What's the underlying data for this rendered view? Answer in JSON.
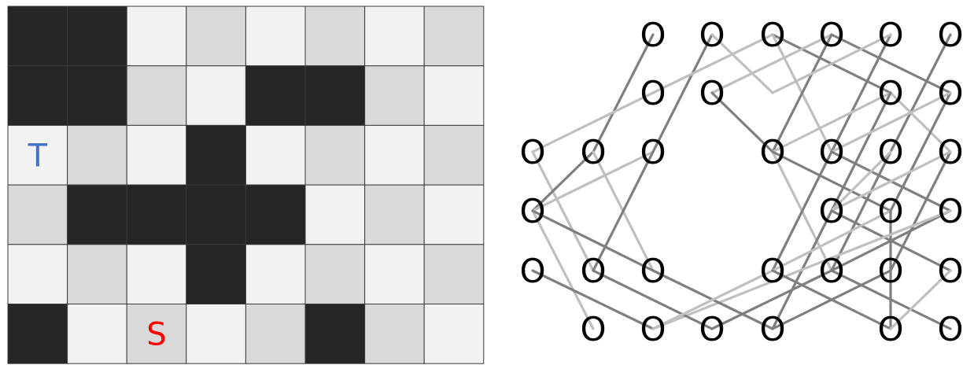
{
  "grid": {
    "colors": {
      "dark": "#262626",
      "light": "#f2f2f2",
      "mid": "#d9d9d9",
      "border": "#3a3a3a"
    },
    "cells": [
      [
        "dark",
        "dark",
        "light",
        "mid",
        "light",
        "mid",
        "light",
        "mid"
      ],
      [
        "dark",
        "dark",
        "mid",
        "light",
        "dark",
        "dark",
        "mid",
        "light"
      ],
      [
        "light",
        "mid",
        "light",
        "dark",
        "light",
        "mid",
        "light",
        "mid"
      ],
      [
        "mid",
        "dark",
        "dark",
        "dark",
        "dark",
        "light",
        "mid",
        "light"
      ],
      [
        "light",
        "mid",
        "light",
        "dark",
        "light",
        "mid",
        "light",
        "mid"
      ],
      [
        "dark",
        "light",
        "mid",
        "light",
        "mid",
        "dark",
        "mid",
        "light"
      ]
    ],
    "markers": [
      {
        "row": 2,
        "col": 0,
        "text": "T",
        "color": "#4472c4"
      },
      {
        "row": 5,
        "col": 2,
        "text": "S",
        "color": "#ff0000"
      }
    ]
  },
  "graph": {
    "node_label": "O",
    "edge_colors": {
      "dark": "#7f7f7f",
      "light": "#bfbfbf"
    },
    "nodes": [
      [
        0,
        2
      ],
      [
        0,
        3
      ],
      [
        0,
        4
      ],
      [
        0,
        5
      ],
      [
        0,
        6
      ],
      [
        0,
        7
      ],
      [
        1,
        2
      ],
      [
        1,
        3
      ],
      [
        1,
        6
      ],
      [
        1,
        7
      ],
      [
        2,
        0
      ],
      [
        2,
        1
      ],
      [
        2,
        2
      ],
      [
        2,
        4
      ],
      [
        2,
        5
      ],
      [
        2,
        6
      ],
      [
        2,
        7
      ],
      [
        3,
        0
      ],
      [
        3,
        5
      ],
      [
        3,
        6
      ],
      [
        3,
        7
      ],
      [
        4,
        0
      ],
      [
        4,
        1
      ],
      [
        4,
        2
      ],
      [
        4,
        4
      ],
      [
        4,
        5
      ],
      [
        4,
        6
      ],
      [
        4,
        7
      ],
      [
        5,
        1
      ],
      [
        5,
        2
      ],
      [
        5,
        3
      ],
      [
        5,
        4
      ],
      [
        5,
        6
      ],
      [
        5,
        7
      ]
    ],
    "edges": [
      {
        "from": [
          0,
          2
        ],
        "to": [
          2,
          1
        ],
        "shade": "dark"
      },
      {
        "from": [
          0,
          3
        ],
        "to": [
          2,
          2
        ],
        "shade": "dark"
      },
      {
        "from": [
          0,
          3
        ],
        "to": [
          1,
          4
        ],
        "shade": "light"
      },
      {
        "from": [
          0,
          4
        ],
        "to": [
          1,
          2
        ],
        "shade": "light"
      },
      {
        "from": [
          0,
          4
        ],
        "to": [
          1,
          6
        ],
        "shade": "dark"
      },
      {
        "from": [
          0,
          4
        ],
        "to": [
          2,
          5
        ],
        "shade": "light"
      },
      {
        "from": [
          0,
          5
        ],
        "to": [
          1,
          3
        ],
        "shade": "light"
      },
      {
        "from": [
          0,
          5
        ],
        "to": [
          2,
          4
        ],
        "shade": "dark"
      },
      {
        "from": [
          0,
          5
        ],
        "to": [
          1,
          7
        ],
        "shade": "dark"
      },
      {
        "from": [
          0,
          6
        ],
        "to": [
          2,
          5
        ],
        "shade": "dark"
      },
      {
        "from": [
          0,
          6
        ],
        "to": [
          1,
          4
        ],
        "shade": "light"
      },
      {
        "from": [
          0,
          7
        ],
        "to": [
          2,
          6
        ],
        "shade": "dark"
      },
      {
        "from": [
          1,
          2
        ],
        "to": [
          2,
          0
        ],
        "shade": "light"
      },
      {
        "from": [
          1,
          3
        ],
        "to": [
          2,
          4
        ],
        "shade": "dark"
      },
      {
        "from": [
          1,
          6
        ],
        "to": [
          2,
          7
        ],
        "shade": "light"
      },
      {
        "from": [
          1,
          6
        ],
        "to": [
          2,
          4
        ],
        "shade": "light"
      },
      {
        "from": [
          1,
          6
        ],
        "to": [
          3,
          5
        ],
        "shade": "dark"
      },
      {
        "from": [
          1,
          7
        ],
        "to": [
          3,
          6
        ],
        "shade": "dark"
      },
      {
        "from": [
          1,
          7
        ],
        "to": [
          2,
          5
        ],
        "shade": "light"
      },
      {
        "from": [
          2,
          0
        ],
        "to": [
          4,
          1
        ],
        "shade": "light"
      },
      {
        "from": [
          2,
          1
        ],
        "to": [
          3,
          0
        ],
        "shade": "dark"
      },
      {
        "from": [
          2,
          1
        ],
        "to": [
          4,
          2
        ],
        "shade": "light"
      },
      {
        "from": [
          2,
          2
        ],
        "to": [
          3,
          0
        ],
        "shade": "light"
      },
      {
        "from": [
          2,
          2
        ],
        "to": [
          4,
          1
        ],
        "shade": "dark"
      },
      {
        "from": [
          2,
          4
        ],
        "to": [
          4,
          5
        ],
        "shade": "light"
      },
      {
        "from": [
          2,
          4
        ],
        "to": [
          3,
          6
        ],
        "shade": "dark"
      },
      {
        "from": [
          2,
          5
        ],
        "to": [
          4,
          4
        ],
        "shade": "dark"
      },
      {
        "from": [
          2,
          5
        ],
        "to": [
          3,
          7
        ],
        "shade": "dark"
      },
      {
        "from": [
          2,
          6
        ],
        "to": [
          4,
          5
        ],
        "shade": "dark"
      },
      {
        "from": [
          2,
          6
        ],
        "to": [
          3,
          5
        ],
        "shade": "light"
      },
      {
        "from": [
          2,
          7
        ],
        "to": [
          4,
          6
        ],
        "shade": "dark"
      },
      {
        "from": [
          2,
          7
        ],
        "to": [
          3,
          5
        ],
        "shade": "light"
      },
      {
        "from": [
          3,
          0
        ],
        "to": [
          5,
          1
        ],
        "shade": "light"
      },
      {
        "from": [
          3,
          0
        ],
        "to": [
          4,
          2
        ],
        "shade": "dark"
      },
      {
        "from": [
          3,
          5
        ],
        "to": [
          4,
          7
        ],
        "shade": "dark"
      },
      {
        "from": [
          3,
          5
        ],
        "to": [
          5,
          4
        ],
        "shade": "dark"
      },
      {
        "from": [
          3,
          6
        ],
        "to": [
          4,
          4
        ],
        "shade": "light"
      },
      {
        "from": [
          3,
          6
        ],
        "to": [
          5,
          6
        ],
        "shade": "dark"
      },
      {
        "from": [
          3,
          7
        ],
        "to": [
          4,
          5
        ],
        "shade": "dark"
      },
      {
        "from": [
          3,
          7
        ],
        "to": [
          5,
          2
        ],
        "shade": "light"
      },
      {
        "from": [
          4,
          0
        ],
        "to": [
          5,
          2
        ],
        "shade": "dark"
      },
      {
        "from": [
          4,
          1
        ],
        "to": [
          5,
          3
        ],
        "shade": "dark"
      },
      {
        "from": [
          4,
          2
        ],
        "to": [
          5,
          4
        ],
        "shade": "dark"
      },
      {
        "from": [
          4,
          4
        ],
        "to": [
          5,
          2
        ],
        "shade": "light"
      },
      {
        "from": [
          4,
          4
        ],
        "to": [
          5,
          6
        ],
        "shade": "dark"
      },
      {
        "from": [
          4,
          5
        ],
        "to": [
          5,
          3
        ],
        "shade": "dark"
      },
      {
        "from": [
          4,
          5
        ],
        "to": [
          5,
          7
        ],
        "shade": "dark"
      },
      {
        "from": [
          4,
          6
        ],
        "to": [
          5,
          4
        ],
        "shade": "dark"
      },
      {
        "from": [
          4,
          7
        ],
        "to": [
          5,
          6
        ],
        "shade": "light"
      }
    ]
  }
}
